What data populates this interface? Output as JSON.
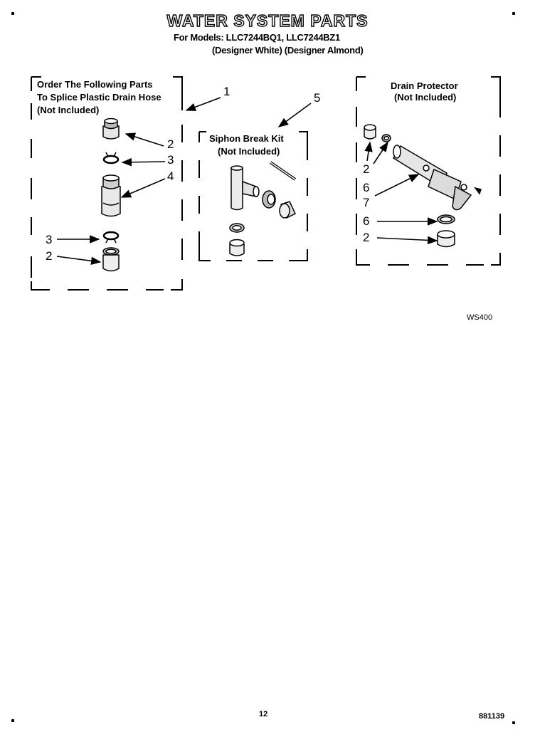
{
  "header": {
    "title": "WATER SYSTEM PARTS",
    "models_line": "For Models: LLC7244BQ1, LLC7244BZ1",
    "variants_line": "(Designer White) (Designer Almond)"
  },
  "boxes": {
    "splice": {
      "line1": "Order The Following Parts",
      "line2": "To Splice Plastic Drain Hose",
      "line3": "(Not Included)"
    },
    "siphon": {
      "line1": "Siphon Break Kit",
      "line2": "(Not Included)"
    },
    "drain": {
      "line1": "Drain Protector",
      "line2": "(Not Included)"
    }
  },
  "callouts": {
    "c1": "1",
    "c5": "5",
    "s2a": "2",
    "s3a": "3",
    "s4": "4",
    "s3b": "3",
    "s2b": "2",
    "d2a": "2",
    "d6a": "6",
    "d7": "7",
    "d6b": "6",
    "d2b": "2"
  },
  "figure_code": "WS400",
  "footer": {
    "page_number": "12",
    "part_code": "881139"
  }
}
